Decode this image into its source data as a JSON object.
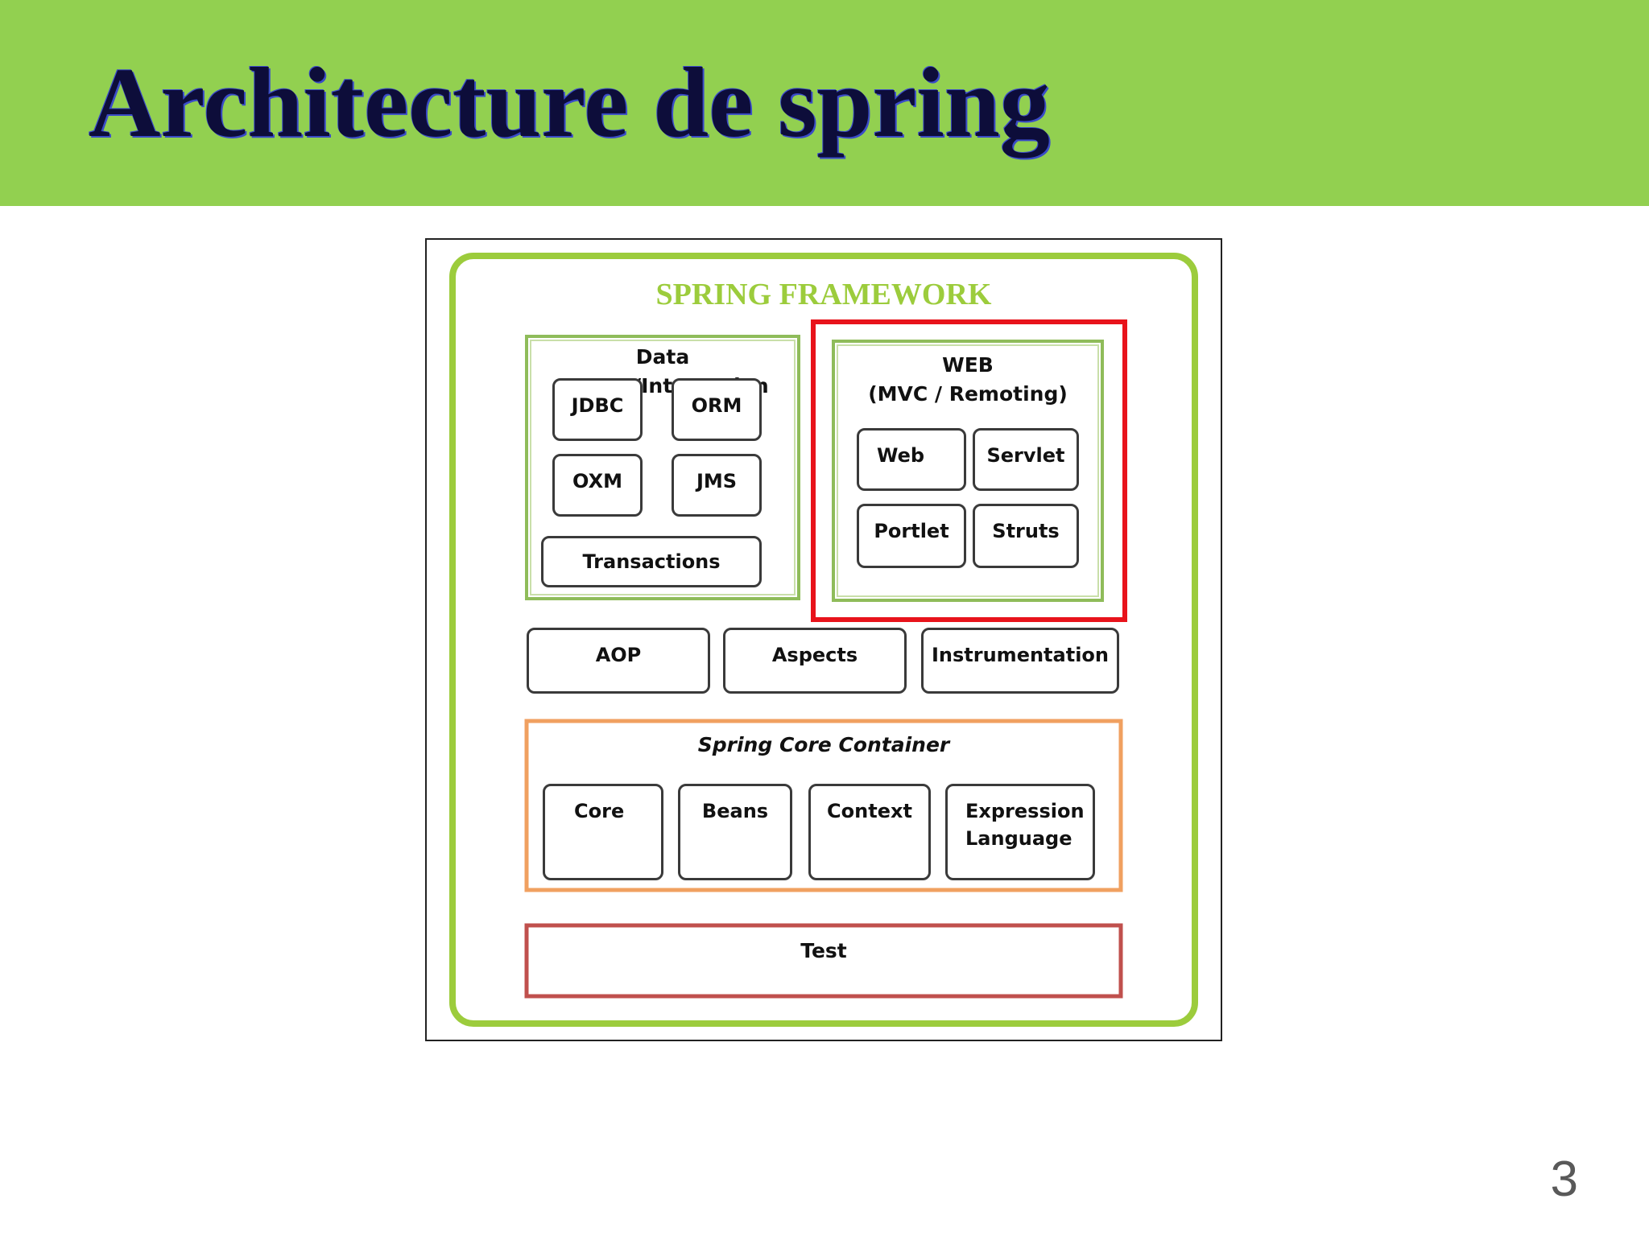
{
  "slide": {
    "title": "Architecture de spring",
    "page_number": "3"
  },
  "diagram": {
    "title": "SPRING FRAMEWORK",
    "data_access": {
      "label": "Data Access/Integration",
      "modules": [
        "JDBC",
        "ORM",
        "OXM",
        "JMS",
        "Transactions"
      ]
    },
    "web": {
      "label_line1": "WEB",
      "label_line2": "(MVC / Remoting)",
      "modules": [
        "Web",
        "Servlet",
        "Portlet",
        "Struts"
      ],
      "highlighted": true
    },
    "middle": [
      "AOP",
      "Aspects",
      "Instrumentation"
    ],
    "core_container": {
      "label": "Spring Core Container",
      "modules": [
        "Core",
        "Beans",
        "Context"
      ],
      "expression_line1": "Expression",
      "expression_line2": "Language"
    },
    "test": "Test",
    "colors": {
      "header": "#92d050",
      "framework_border": "#9ccc3c",
      "framework_title": "#9ccc3c",
      "data_access_border": "#8fbc5a",
      "web_border": "#8fbc5a",
      "highlight": "#e8131b",
      "core_border": "#f0a060",
      "test_border": "#c0504d"
    }
  }
}
